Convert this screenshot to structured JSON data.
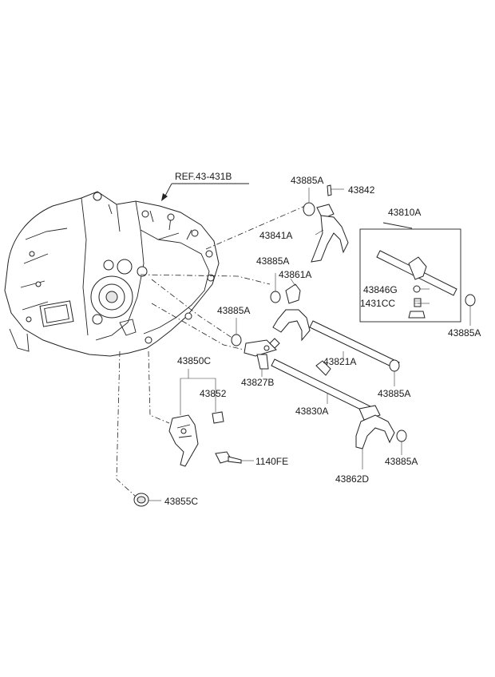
{
  "diagram": {
    "reference_label": "REF.43-431B",
    "labels": {
      "l43885A_top": "43885A",
      "l43842": "43842",
      "l43810A": "43810A",
      "l43841A": "43841A",
      "l43885A_mid": "43885A",
      "l43861A": "43861A",
      "l43846G": "43846G",
      "l1431CC": "1431CC",
      "l43885A_right": "43885A",
      "l43885A_left": "43885A",
      "l43821A": "43821A",
      "l43850C": "43850C",
      "l43827B": "43827B",
      "l43885A_shaft": "43885A",
      "l43852": "43852",
      "l43830A": "43830A",
      "l1140FE": "1140FE",
      "l43885A_bottom": "43885A",
      "l43862D": "43862D",
      "l43855C": "43855C"
    }
  }
}
